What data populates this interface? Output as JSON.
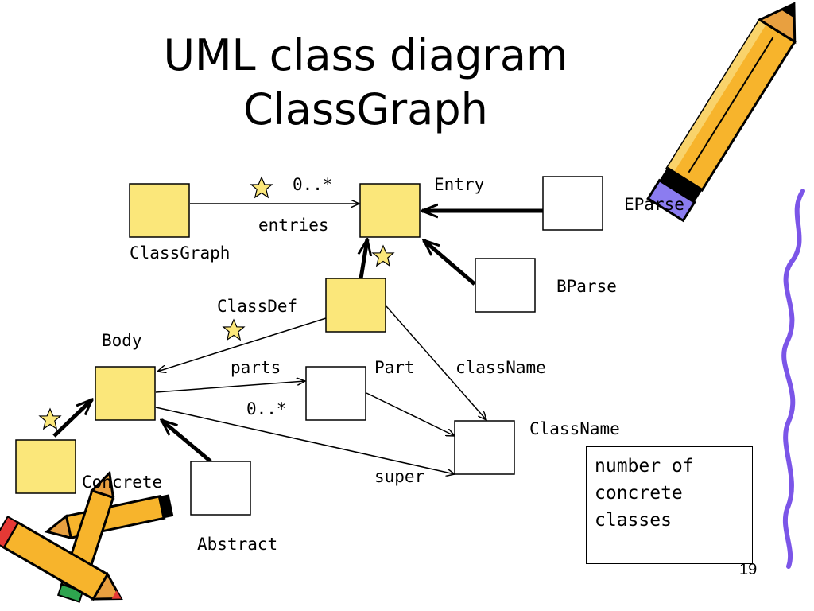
{
  "title": {
    "line1": "UML class diagram",
    "line2": "ClassGraph"
  },
  "colors": {
    "concrete_fill": "#fbe77a",
    "abstract_fill": "#ffffff",
    "star_fill": "#fbe77a"
  },
  "classes": {
    "classgraph": "ClassGraph",
    "entry": "Entry",
    "eparse": "EParse",
    "bparse": "BParse",
    "classdef": "ClassDef",
    "body": "Body",
    "part": "Part",
    "classname": "ClassName",
    "concrete": "Concrete",
    "abstract": "Abstract"
  },
  "edges": {
    "entries_mult": "0..*",
    "entries_role": "entries",
    "parts_role": "parts",
    "parts_mult": "0..*",
    "classname_role": "className",
    "super_role": "super"
  },
  "note": {
    "line1": "number of",
    "line2": "concrete",
    "line3": "classes"
  },
  "page_number": "19"
}
